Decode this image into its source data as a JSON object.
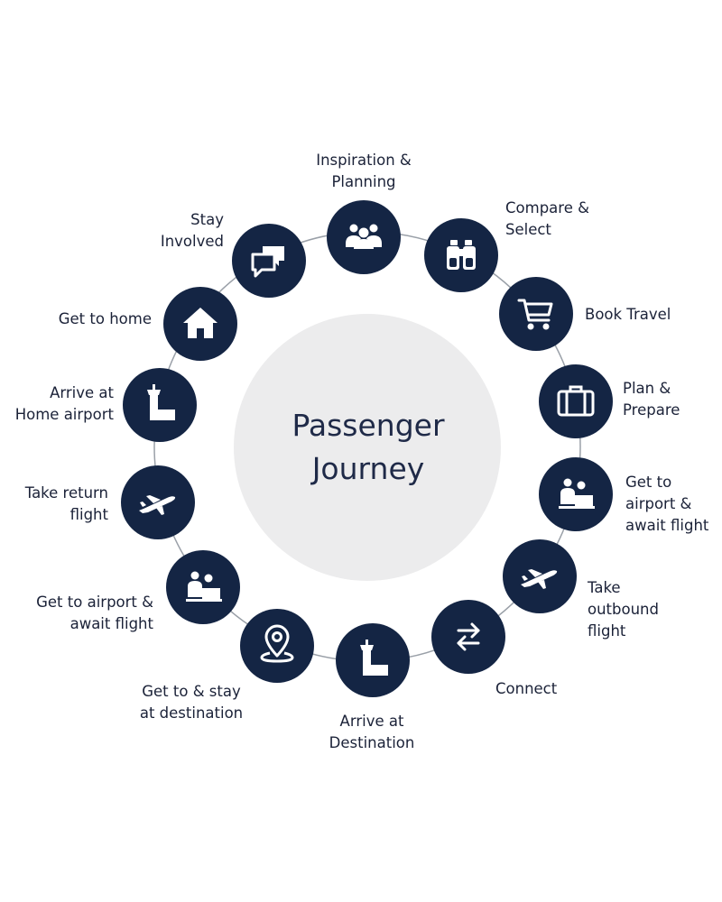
{
  "center": {
    "title": "Passenger\nJourney"
  },
  "steps": [
    {
      "label": "Inspiration &\nPlanning",
      "icon": "group-icon"
    },
    {
      "label": "Compare &\nSelect",
      "icon": "binoculars-icon"
    },
    {
      "label": "Book Travel",
      "icon": "shopping-cart-icon"
    },
    {
      "label": "Plan &\nPrepare",
      "icon": "suitcase-icon"
    },
    {
      "label": "Get to\nairport &\nawait flight",
      "icon": "check-in-desk-icon"
    },
    {
      "label": "Take\noutbound\nflight",
      "icon": "airplane-icon"
    },
    {
      "label": "Connect",
      "icon": "swap-arrows-icon"
    },
    {
      "label": "Arrive at\nDestination",
      "icon": "control-tower-icon"
    },
    {
      "label": "Get to & stay\nat destination",
      "icon": "location-pin-icon"
    },
    {
      "label": "Get to airport &\nawait flight",
      "icon": "check-in-desk-icon"
    },
    {
      "label": "Take return\nflight",
      "icon": "airplane-icon"
    },
    {
      "label": "Arrive at\nHome airport",
      "icon": "control-tower-icon"
    },
    {
      "label": "Get to home",
      "icon": "house-icon"
    },
    {
      "label": "Stay\nInvolved",
      "icon": "chat-bubbles-icon"
    }
  ],
  "colors": {
    "node": "#142544",
    "ring": "#9aa0a8",
    "center_disc": "#ececed",
    "text": "#1b2238"
  }
}
